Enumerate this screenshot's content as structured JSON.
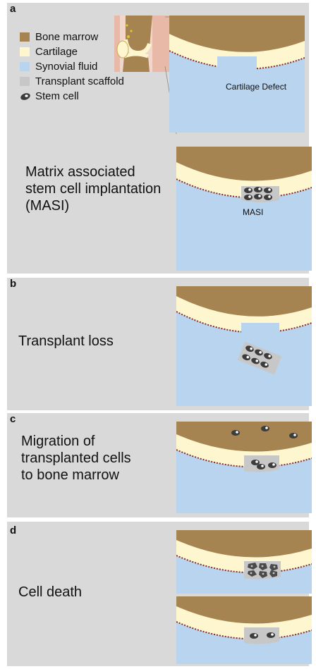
{
  "colors": {
    "bone_marrow": "#a58451",
    "cartilage": "#fdf6cf",
    "synovial_fluid": "#b8d4ee",
    "transplant_scaffold": "#c7c7c7",
    "stem_cell": "#3c3c3c",
    "panel_background": "#d9d9d9"
  },
  "legend": [
    {
      "label": "Bone marrow",
      "color": "#a58451",
      "icon": "bone-marrow-swatch"
    },
    {
      "label": "Cartilage",
      "color": "#fdf6cf",
      "icon": "cartilage-swatch"
    },
    {
      "label": "Synovial fluid",
      "color": "#b8d4ee",
      "icon": "synovial-fluid-swatch"
    },
    {
      "label": "Transplant scaffold",
      "color": "#c7c7c7",
      "icon": "transplant-scaffold-swatch"
    },
    {
      "label": "Stem cell",
      "color": "#3c3c3c",
      "icon": "stem-cell-icon"
    }
  ],
  "panels": {
    "a": {
      "letter": "a",
      "defect_label": "Cartilage Defect",
      "text": [
        "Matrix associated",
        "stem cell implantation",
        "(MASI)"
      ],
      "masi_label": "MASI"
    },
    "b": {
      "letter": "b",
      "text": [
        "Transplant loss"
      ]
    },
    "c": {
      "letter": "c",
      "text": [
        "Migration of",
        "transplanted cells",
        "to bone marrow"
      ]
    },
    "d": {
      "letter": "d",
      "text": [
        "Cell death"
      ]
    }
  }
}
